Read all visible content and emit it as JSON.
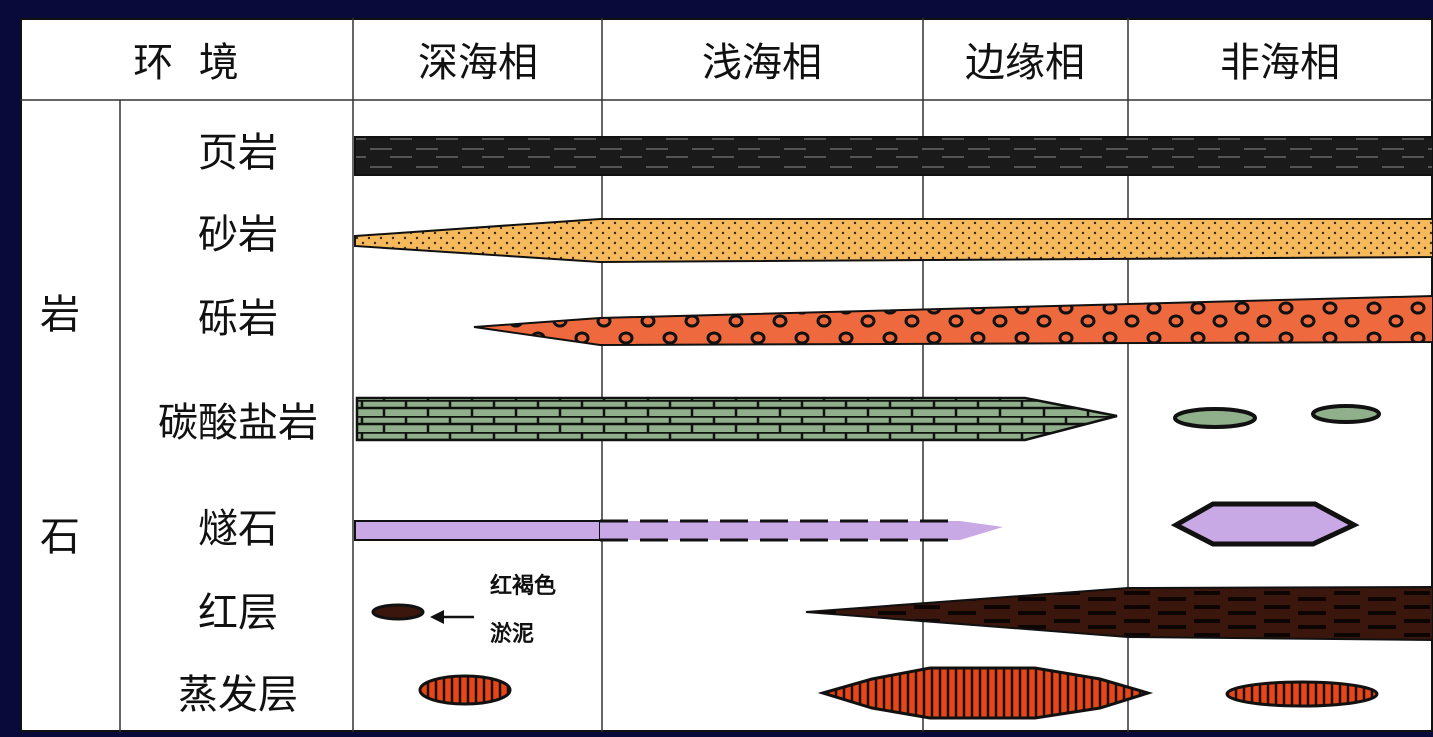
{
  "header": {
    "environment": "环  境",
    "columns": [
      "深海相",
      "浅海相",
      "边缘相",
      "非海相"
    ]
  },
  "group_label": [
    "岩",
    "石"
  ],
  "rocks": [
    "页岩",
    "砂岩",
    "砾岩",
    "碳酸盐岩",
    "燧石",
    "红层",
    "蒸发层"
  ],
  "annotation": {
    "line1": "红褐色",
    "line2": "淤泥"
  },
  "colors": {
    "background": "#0a0a3a",
    "table": "#ffffff",
    "shale": "#1a1a1a",
    "sandstone": "#f6b95c",
    "conglomerate": "#ee6a3e",
    "carbonate": "#8fb08a",
    "chert": "#c9a8e6",
    "red_beds": "#3a160c",
    "evaporite": "#e94616"
  }
}
